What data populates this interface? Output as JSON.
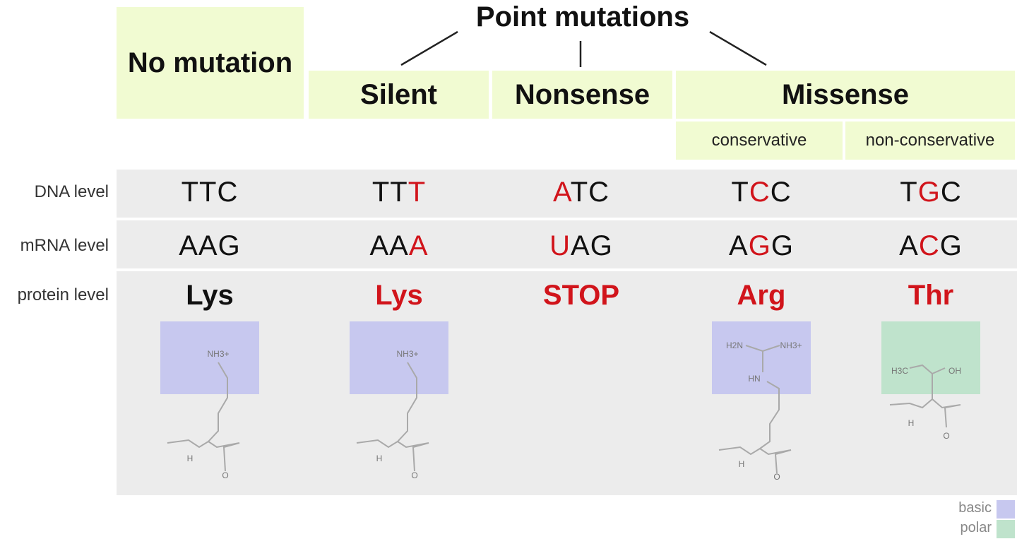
{
  "header": {
    "title": "Point mutations",
    "no_mutation": "No mutation",
    "categories": [
      "Silent",
      "Nonsense",
      "Missense"
    ],
    "missense_sub": [
      "conservative",
      "non-conservative"
    ]
  },
  "row_labels": {
    "dna": "DNA level",
    "mrna": "mRNA level",
    "protein": "protein level"
  },
  "columns": [
    {
      "dna": [
        {
          "t": "TTC",
          "mut": false
        }
      ],
      "mrna": [
        {
          "t": "AAG",
          "mut": false
        }
      ],
      "protein": "Lys",
      "protein_mut": false,
      "structure": "lysine",
      "class": "basic"
    },
    {
      "dna": [
        {
          "t": "TT",
          "mut": false
        },
        {
          "t": "T",
          "mut": true
        }
      ],
      "mrna": [
        {
          "t": "AA",
          "mut": false
        },
        {
          "t": "A",
          "mut": true
        }
      ],
      "protein": "Lys",
      "protein_mut": true,
      "structure": "lysine",
      "class": "basic"
    },
    {
      "dna": [
        {
          "t": "A",
          "mut": true
        },
        {
          "t": "TC",
          "mut": false
        }
      ],
      "mrna": [
        {
          "t": "U",
          "mut": true
        },
        {
          "t": "AG",
          "mut": false
        }
      ],
      "protein": "STOP",
      "protein_mut": true,
      "structure": "none",
      "class": ""
    },
    {
      "dna": [
        {
          "t": "T",
          "mut": false
        },
        {
          "t": "C",
          "mut": true
        },
        {
          "t": "C",
          "mut": false
        }
      ],
      "mrna": [
        {
          "t": "A",
          "mut": false
        },
        {
          "t": "G",
          "mut": true
        },
        {
          "t": "G",
          "mut": false
        }
      ],
      "protein": "Arg",
      "protein_mut": true,
      "structure": "arginine",
      "class": "basic"
    },
    {
      "dna": [
        {
          "t": "T",
          "mut": false
        },
        {
          "t": "G",
          "mut": true
        },
        {
          "t": "C",
          "mut": false
        }
      ],
      "mrna": [
        {
          "t": "A",
          "mut": false
        },
        {
          "t": "C",
          "mut": true
        },
        {
          "t": "G",
          "mut": false
        }
      ],
      "protein": "Thr",
      "protein_mut": true,
      "structure": "threonine",
      "class": "polar"
    }
  ],
  "structure_labels": {
    "nh3": "NH3+",
    "h2n": "H2N",
    "hn": "HN",
    "h3c": "H3C",
    "oh": "OH",
    "n_h": "H",
    "o": "O"
  },
  "legend": [
    {
      "label": "basic",
      "color": "#c7c8ef"
    },
    {
      "label": "polar",
      "color": "#bfe3cc"
    }
  ],
  "colors": {
    "mutation": "#d1141b",
    "header_bg": "#f1fbd2",
    "band_bg": "#ececec",
    "basic": "#c7c8ef",
    "polar": "#bfe3cc",
    "backbone": "#a9a9a9"
  }
}
